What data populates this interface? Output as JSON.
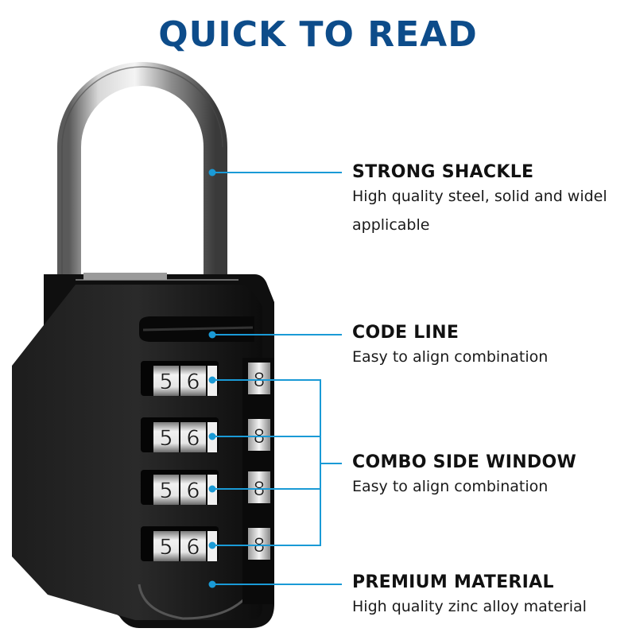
{
  "title": "QUICK TO READ",
  "colors": {
    "title": "#0d4c8a",
    "callout": "#1a9ad6",
    "lock_body": "#161616",
    "shackle": "#b9b9b9"
  },
  "features": [
    {
      "heading": "STRONG SHACKLE",
      "description_lines": [
        "High quality steel, solid and widel",
        "applicable"
      ]
    },
    {
      "heading": "CODE LINE",
      "description_lines": [
        "Easy to align combination"
      ]
    },
    {
      "heading": "COMBO SIDE WINDOW",
      "description_lines": [
        "Easy to align combination"
      ]
    },
    {
      "heading": "PREMIUM MATERIAL",
      "description_lines": [
        "High quality zinc alloy material"
      ]
    }
  ],
  "dials": [
    {
      "front": [
        "5",
        "6"
      ],
      "side": "8"
    },
    {
      "front": [
        "5",
        "6"
      ],
      "side": "8"
    },
    {
      "front": [
        "5",
        "6"
      ],
      "side": "8"
    },
    {
      "front": [
        "5",
        "6"
      ],
      "side": "8"
    }
  ]
}
